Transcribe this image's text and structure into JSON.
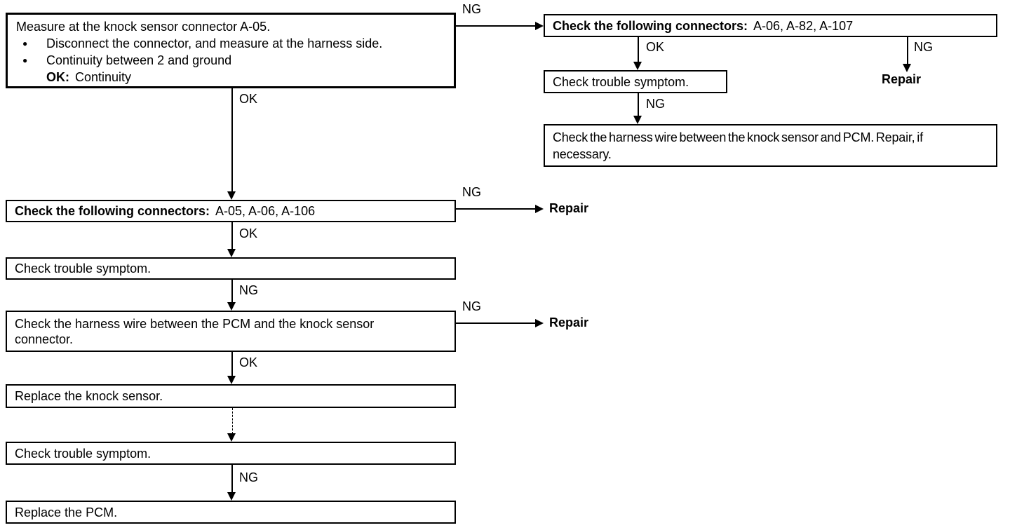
{
  "left": {
    "step1": {
      "title": "Measure at the knock sensor connector A-05.",
      "bullets": [
        "Disconnect the connector, and measure at the harness side.",
        "Continuity between 2 and ground"
      ],
      "ok_label": "OK:",
      "ok_value": "Continuity"
    },
    "step2": {
      "label_bold": "Check the following connectors:",
      "label_rest": "A-05, A-06, A-106"
    },
    "step3": {
      "label": "Check trouble symptom."
    },
    "step4": {
      "label": "Check the harness wire between the PCM and the knock sensor connector."
    },
    "step5": {
      "label": "Replace the knock sensor."
    },
    "step6": {
      "label": "Check trouble symptom."
    },
    "step7": {
      "label": "Replace the PCM."
    }
  },
  "right": {
    "step1": {
      "label_bold": "Check the following connectors:",
      "label_rest": "A-06, A-82, A-107"
    },
    "step2": {
      "label": "Check trouble symptom."
    },
    "step3": {
      "label": "Check the harness wire between the knock sensor and PCM. Repair, if necessary."
    }
  },
  "labels": {
    "ok": "OK",
    "ng": "NG",
    "repair": "Repair",
    "bullet": "●"
  }
}
